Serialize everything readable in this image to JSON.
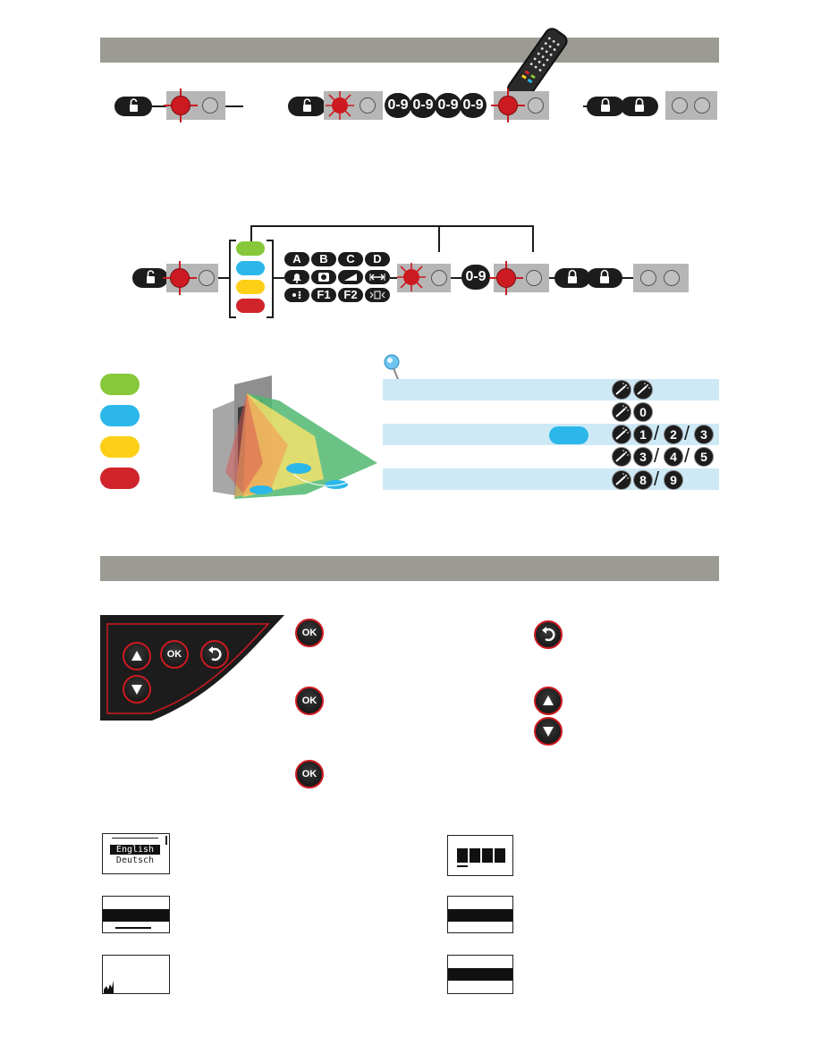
{
  "icons": {
    "unlock": "unlock-icon",
    "lock": "lock-icon",
    "remote": "remote-control-icon",
    "pushpin": "pushpin-icon",
    "bell": "bell-icon",
    "arrow-up": "arrow-up-icon",
    "arrow-down": "arrow-down-icon",
    "back": "back-arrow-icon"
  },
  "diagram1": {
    "code_keys": [
      "0-9",
      "0-9",
      "0-9",
      "0-9"
    ]
  },
  "diagram2": {
    "key_grid": [
      "A",
      "B",
      "C",
      "D",
      "F1",
      "F2"
    ],
    "code_key": "0-9"
  },
  "colors": {
    "green": "#86c83a",
    "blue": "#2bb7ea",
    "yellow": "#fdd017",
    "red": "#d1232a",
    "bar": "#9c9b93",
    "band": "#cde9f6"
  },
  "table": {
    "rows": [
      {
        "keys": [
          "",
          ""
        ],
        "seps": []
      },
      {
        "keys": [
          "",
          "0"
        ],
        "seps": []
      },
      {
        "keys": [
          "",
          "1",
          "2",
          "3"
        ],
        "seps": [
          "/",
          "/"
        ]
      },
      {
        "keys": [
          "",
          "3",
          "4",
          "5"
        ],
        "seps": [
          "/",
          "/"
        ]
      },
      {
        "keys": [
          "",
          "8",
          "9"
        ],
        "seps": [
          "/"
        ]
      }
    ]
  },
  "keypad": {
    "ok_label": "OK"
  },
  "lcd": {
    "lang1": "English",
    "lang2": "Deutsch"
  }
}
